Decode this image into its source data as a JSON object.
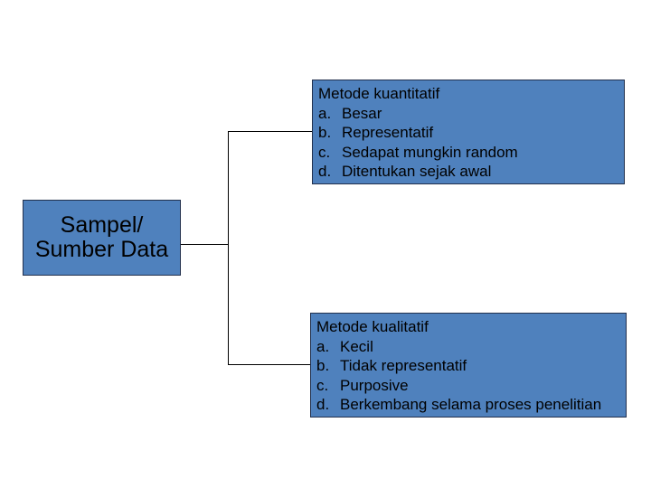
{
  "colors": {
    "background": "#ffffff",
    "box_fill": "#4F81BD",
    "box_border": "#22304d",
    "text_color": "#000000",
    "connector_color": "#000000"
  },
  "diagram": {
    "root": {
      "line1": "Sampel/",
      "line2": "Sumber Data"
    },
    "branches": [
      {
        "title": "Metode kuantitatif",
        "items": [
          {
            "marker": "a.",
            "text": "Besar"
          },
          {
            "marker": "b.",
            "text": "Representatif"
          },
          {
            "marker": "c.",
            "text": "Sedapat mungkin random"
          },
          {
            "marker": "d.",
            "text": "Ditentukan sejak awal"
          }
        ]
      },
      {
        "title": "Metode kualitatif",
        "items": [
          {
            "marker": "a.",
            "text": "Kecil"
          },
          {
            "marker": "b.",
            "text": "Tidak representatif"
          },
          {
            "marker": "c.",
            "text": "Purposive"
          },
          {
            "marker": "d.",
            "text": "Berkembang selama proses penelitian"
          }
        ]
      }
    ]
  }
}
